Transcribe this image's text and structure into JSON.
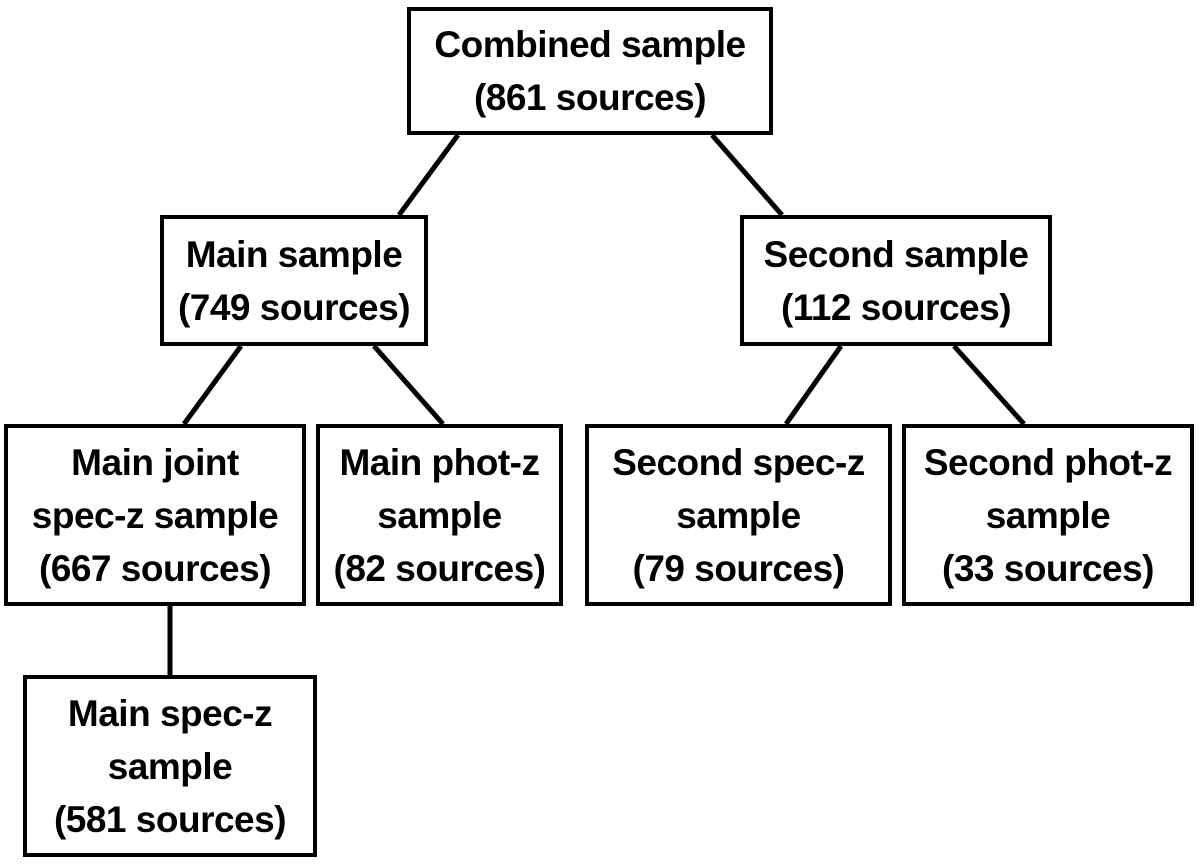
{
  "diagram": {
    "nodes": [
      {
        "id": "n-combined",
        "lines": [
          "Combined sample",
          "(861 sources)"
        ]
      },
      {
        "id": "n-main",
        "lines": [
          "Main sample",
          "(749 sources)"
        ]
      },
      {
        "id": "n-second",
        "lines": [
          "Second sample",
          "(112 sources)"
        ]
      },
      {
        "id": "n-mjs",
        "lines": [
          "Main joint",
          "spec-z sample",
          "(667 sources)"
        ]
      },
      {
        "id": "n-mpz",
        "lines": [
          "Main phot-z",
          "sample",
          "(82 sources)"
        ]
      },
      {
        "id": "n-ssz",
        "lines": [
          "Second spec-z",
          "sample",
          "(79 sources)"
        ]
      },
      {
        "id": "n-spz",
        "lines": [
          "Second phot-z",
          "sample",
          "(33 sources)"
        ]
      },
      {
        "id": "n-msz",
        "lines": [
          "Main spec-z",
          "sample",
          "(581 sources)"
        ]
      }
    ],
    "edges": [
      {
        "from": "Combined sample",
        "to": "Main sample"
      },
      {
        "from": "Combined sample",
        "to": "Second sample"
      },
      {
        "from": "Main sample",
        "to": "Main joint spec-z sample"
      },
      {
        "from": "Main sample",
        "to": "Main phot-z sample"
      },
      {
        "from": "Second sample",
        "to": "Second spec-z sample"
      },
      {
        "from": "Second sample",
        "to": "Second phot-z sample"
      },
      {
        "from": "Main joint spec-z sample",
        "to": "Main spec-z sample"
      }
    ],
    "colors": {
      "stroke": "#000000",
      "fill": "#ffffff",
      "text": "#000000"
    }
  }
}
